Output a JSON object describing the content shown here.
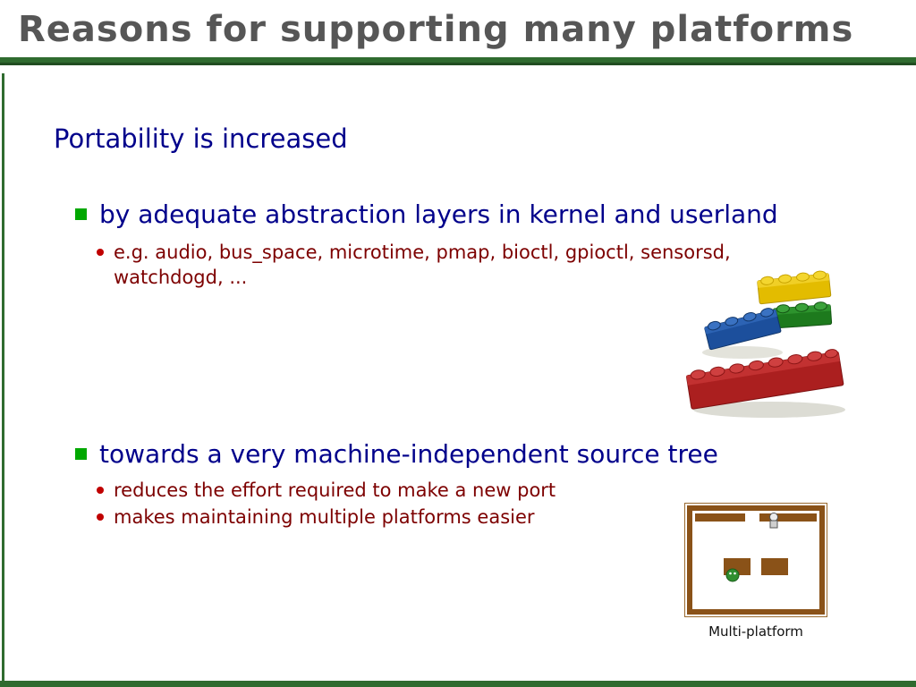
{
  "slide": {
    "title": "Reasons for supporting many platforms",
    "heading": "Portability is increased",
    "bullets": [
      {
        "label": "by adequate abstraction layers in kernel and userland",
        "subs": [
          "e.g. audio, bus_space, microtime, pmap, bioctl, gpioctl, sensorsd, watchdogd, ..."
        ]
      },
      {
        "label": "towards a very machine-independent source tree",
        "subs": [
          "reduces the effort required to make a new port",
          "makes maintaining multiple platforms easier"
        ]
      }
    ],
    "room_caption": "Multi-platform",
    "icons": {
      "bullet_square": "■",
      "sub_dot": "•"
    },
    "colors": {
      "rule_green": "#2f6b2f",
      "title_gray": "#565656",
      "text_navy": "#00008b",
      "bullet_green": "#00a800",
      "sub_text_maroon": "#7d0000",
      "sub_dot_red": "#c00000"
    }
  }
}
